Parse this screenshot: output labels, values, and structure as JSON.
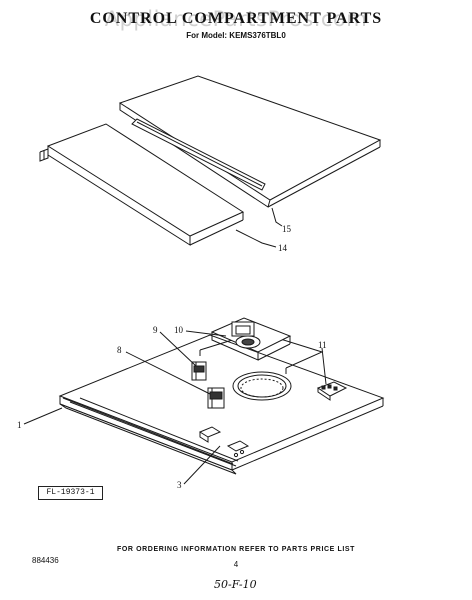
{
  "header": {
    "title": "CONTROL COMPARTMENT PARTS",
    "watermark": "AppliancePartsPros.com",
    "model_line": "For Model: KEMS376TBL0"
  },
  "callouts": {
    "c15": "15",
    "c14": "14",
    "c10": "10",
    "c9": "9",
    "c8": "8",
    "c11": "11",
    "c1": "1",
    "c3": "3"
  },
  "figure_label": "FL-19373-1",
  "footer": {
    "ordering_note": "FOR ORDERING INFORMATION REFER TO PARTS PRICE LIST",
    "page_number": "4",
    "document_code": "884436",
    "handwritten_note": "50-F-10"
  }
}
